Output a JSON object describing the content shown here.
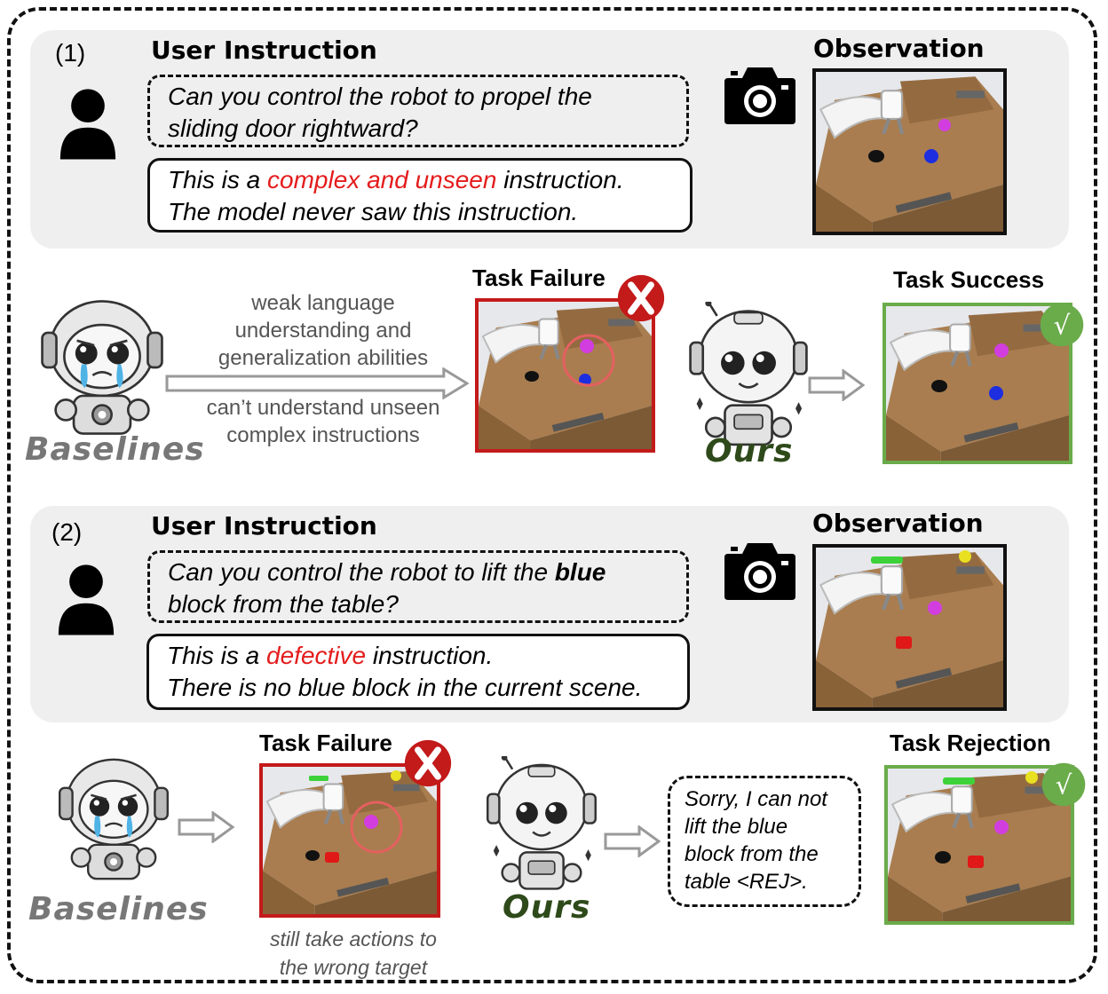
{
  "section1": {
    "number": "(1)",
    "user_instruction_heading": "User Instruction",
    "observation_heading": "Observation",
    "instruction_lines": [
      "Can you control the robot to propel the",
      "sliding door rightward?"
    ],
    "explanation": {
      "line1_pre": "This is a ",
      "line1_highlight": "complex and unseen",
      "line1_post": " instruction.",
      "line2": "The model never saw this instruction."
    },
    "baseline_label": "Baselines",
    "ours_label": "Ours",
    "arrow_text_top": [
      "weak language",
      "understanding and",
      "generalization abilities"
    ],
    "arrow_text_bottom": [
      "can’t understand unseen",
      "complex instructions"
    ],
    "failure_title": "Task Failure",
    "success_title": "Task Success",
    "check_mark": "√"
  },
  "section2": {
    "number": "(2)",
    "user_instruction_heading": "User Instruction",
    "observation_heading": "Observation",
    "instruction": {
      "line1_pre": "Can you control the robot to lift the ",
      "line1_bold": "blue",
      "line2": "block from the table?"
    },
    "explanation": {
      "line1_pre": "This is a ",
      "line1_highlight": "defective",
      "line1_post": " instruction.",
      "line2": "There is no blue block in the current scene."
    },
    "baseline_label": "Baselines",
    "ours_label": "Ours",
    "failure_title": "Task Failure",
    "rejection_title": "Task Rejection",
    "failure_caption": [
      "still take actions to",
      "the wrong target"
    ],
    "rejection_bubble": [
      "Sorry, I can not",
      "lift the blue",
      "block from the",
      "table <REJ>."
    ],
    "check_mark": "√"
  },
  "colors": {
    "highlight_red": "#e41c1c",
    "success_green": "#6aab4a",
    "failure_red": "#c31a1a",
    "ours_green": "#2e4a1a"
  }
}
